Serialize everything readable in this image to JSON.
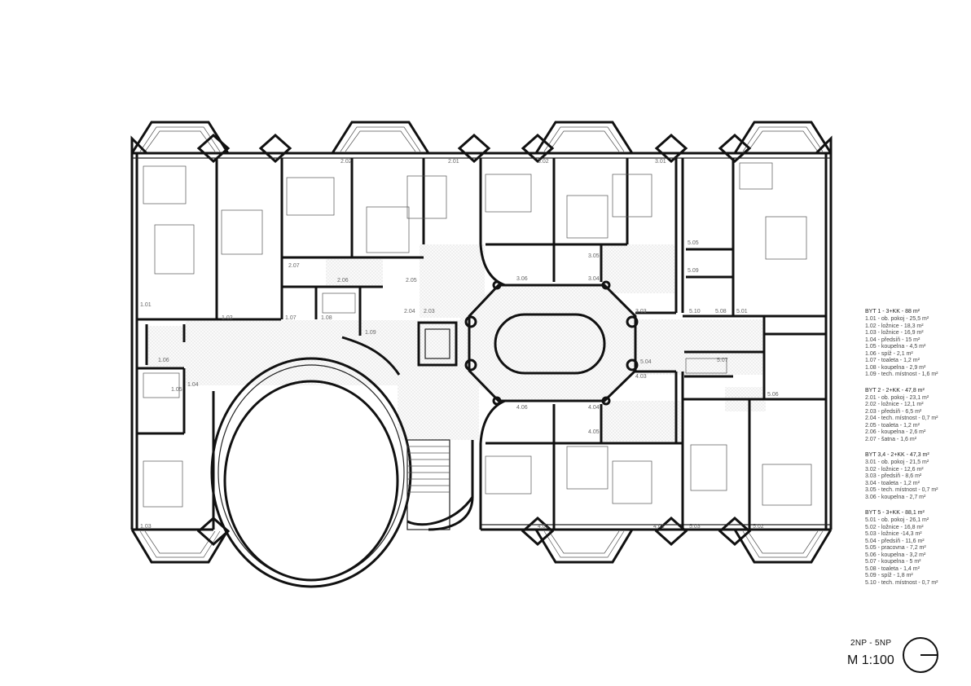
{
  "rooms": [
    {
      "id": "1.01"
    },
    {
      "id": "1.02"
    },
    {
      "id": "1.03"
    },
    {
      "id": "1.04"
    },
    {
      "id": "1.05"
    },
    {
      "id": "1.06"
    },
    {
      "id": "1.07"
    },
    {
      "id": "1.08"
    },
    {
      "id": "1.09"
    },
    {
      "id": "2.01"
    },
    {
      "id": "2.02"
    },
    {
      "id": "2.03"
    },
    {
      "id": "2.04"
    },
    {
      "id": "2.05"
    },
    {
      "id": "2.06"
    },
    {
      "id": "2.07"
    },
    {
      "id": "3.01"
    },
    {
      "id": "3.02"
    },
    {
      "id": "3.03"
    },
    {
      "id": "3.04"
    },
    {
      "id": "3.05"
    },
    {
      "id": "3.06"
    },
    {
      "id": "4.01"
    },
    {
      "id": "4.02"
    },
    {
      "id": "4.03"
    },
    {
      "id": "4.04"
    },
    {
      "id": "4.05"
    },
    {
      "id": "4.06"
    },
    {
      "id": "5.01"
    },
    {
      "id": "5.02"
    },
    {
      "id": "5.03"
    },
    {
      "id": "5.04"
    },
    {
      "id": "5.05"
    },
    {
      "id": "5.06"
    },
    {
      "id": "5.07"
    },
    {
      "id": "5.08"
    },
    {
      "id": "5.09"
    },
    {
      "id": "5.10"
    }
  ],
  "legend": [
    {
      "heading": "BYT 1 - 3+KK - 88 m²",
      "items": [
        "1.01 - ob. pokoj - 25,5 m²",
        "1.02 - ložnice - 18,3 m²",
        "1.03 - ložnice - 16,9 m²",
        "1.04 - předsíň - 15 m²",
        "1.05 - koupelna - 4,5 m²",
        "1.06 - spíž - 2,1 m²",
        "1.07 - toaleta - 1,2 m²",
        "1.08 - koupelna - 2,9 m²",
        "1.09 - tech. místnost - 1,6 m²"
      ]
    },
    {
      "heading": "BYT 2 - 2+KK - 47,8 m²",
      "items": [
        "2.01 - ob. pokoj - 23,1 m²",
        "2.02 - ložnice - 12,1 m²",
        "2.03 - předsíň - 6,5 m²",
        "2.04 - tech. místnost - 0,7 m²",
        "2.05 - toaleta - 1,2 m²",
        "2.06 - koupelna - 2,6 m²",
        "2.07 - šatna - 1,6 m²"
      ]
    },
    {
      "heading": "BYT 3,4 - 2+KK - 47,3 m²",
      "items": [
        "3.01 - ob. pokoj - 21,5 m²",
        "3.02 - ložnice - 12,6 m²",
        "3.03 - předsíň - 8,6 m²",
        "3.04 - toaleta - 1,2 m²",
        "3.05 - tech. místnost - 0,7 m²",
        "3.06 - koupelna - 2,7 m²"
      ]
    },
    {
      "heading": "BYT 5 - 3+KK - 88,1 m²",
      "items": [
        "5.01 - ob. pokoj - 26,1 m²",
        "5.02 - ložnice - 16,8 m²",
        "5.03 - ložnice -14,3 m²",
        "5.04 - předsíň - 11,6 m²",
        "5.05 - pracovna - 7,2 m²",
        "5.06 - koupelna - 3,2 m²",
        "5.07 - koupelna - 5 m²",
        "5.08 - toaleta - 1,4 m²",
        "5.09 - spíž - 1,8 m²",
        "5.10 - tech. místnost - 0,7 m²"
      ]
    }
  ],
  "floors_label": "2NP - 5NP",
  "scale_label": "M 1:100",
  "north_icon": "north-arrow-icon"
}
